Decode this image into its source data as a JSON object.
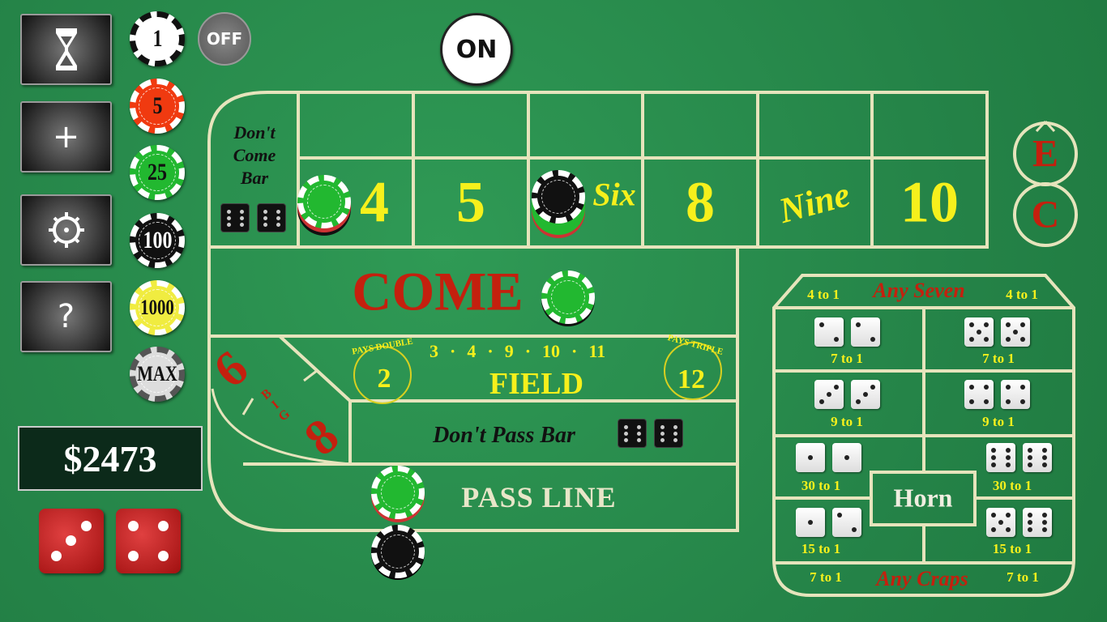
{
  "controls": {
    "buttons": [
      {
        "name": "timer",
        "icon": "hourglass-icon"
      },
      {
        "name": "add",
        "label": "+"
      },
      {
        "name": "settings",
        "icon": "gear-icon"
      },
      {
        "name": "help",
        "label": "?"
      }
    ],
    "chips": [
      "1",
      "5",
      "25",
      "100",
      "1000",
      "MAX"
    ],
    "chip_colors": [
      "#ffffff",
      "#f03a10",
      "#22b830",
      "#111111",
      "#f0ec40",
      "#dddddd"
    ],
    "off_label": "OFF",
    "puck_label": "ON",
    "balance": "$2473",
    "rolled_dice": [
      3,
      4
    ]
  },
  "table": {
    "dont_come_bar": [
      "Don't",
      "Come",
      "Bar"
    ],
    "dont_come_dice": [
      6,
      6
    ],
    "points": [
      "4",
      "5",
      "Six",
      "8",
      "Nine",
      "10"
    ],
    "come": "COME",
    "field": {
      "pays_double": "PAYS DOUBLE",
      "two": "2",
      "numbers": [
        "3",
        "4",
        "9",
        "10",
        "11"
      ],
      "label": "FIELD",
      "pays_triple": "PAYS TRIPLE",
      "twelve": "12"
    },
    "big": {
      "six": "6",
      "letters": [
        "B",
        "I",
        "G"
      ],
      "eight": "8"
    },
    "dont_pass_bar": "Don't Pass Bar",
    "dont_pass_dice": [
      6,
      6
    ],
    "pass_line": "PASS LINE",
    "e_label": "E",
    "c_label": "C"
  },
  "props": {
    "any_seven": "Any Seven",
    "any_seven_odds": [
      "4 to 1",
      "4 to 1"
    ],
    "cells": [
      {
        "dice": [
          2,
          2
        ],
        "odds": "7 to 1"
      },
      {
        "dice": [
          5,
          5
        ],
        "odds": "7 to 1"
      },
      {
        "dice": [
          3,
          3
        ],
        "odds": "9 to 1"
      },
      {
        "dice": [
          4,
          4
        ],
        "odds": "9 to 1"
      },
      {
        "dice": [
          1,
          1
        ],
        "odds": "30 to 1"
      },
      {
        "dice": [
          6,
          6
        ],
        "odds": "30 to 1"
      },
      {
        "dice": [
          1,
          2
        ],
        "odds": "15 to 1"
      },
      {
        "dice": [
          5,
          6
        ],
        "odds": "15 to 1"
      }
    ],
    "horn": "Horn",
    "any_craps": "Any Craps",
    "any_craps_odds": [
      "7 to 1",
      "7 to 1"
    ]
  }
}
